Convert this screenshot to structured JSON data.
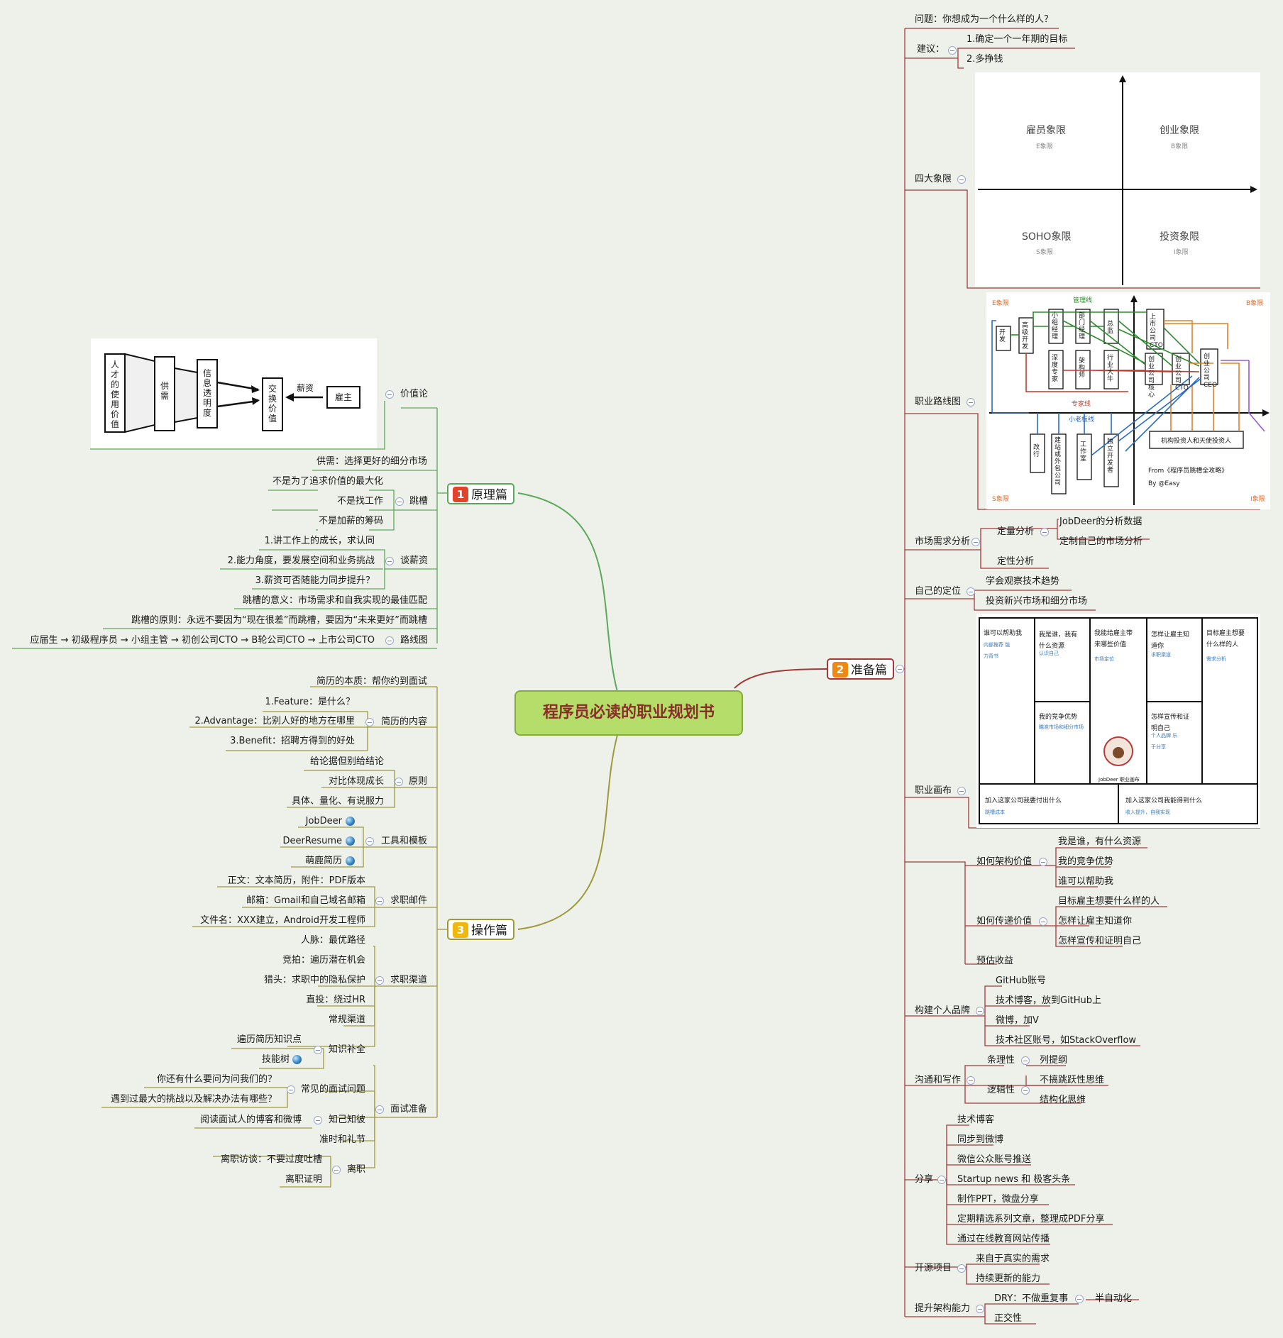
{
  "central": "程序员必读的职业规划书",
  "colors": {
    "b1": "#5aa95a",
    "b2": "#a23a3a",
    "b3": "#9e9a3b",
    "badge1": "#e0452b",
    "badge2": "#ee8a12",
    "badge3": "#f0b80c",
    "central": "#b5dd6a"
  },
  "b1": {
    "num": "1",
    "title": "原理篇",
    "value_label": "价值论",
    "diagram": {
      "talent": "人才的使用价值",
      "supply": "供需",
      "info": "信息透明度",
      "exchange": "交换价值",
      "salary": "薪资",
      "employer": "雇主"
    },
    "supply_demand": "供需：选择更好的细分市场",
    "hop_label": "跳槽",
    "hop": [
      "不是为了追求价值的最大化",
      "不是找工作",
      "不是加薪的筹码"
    ],
    "negotiate_label": "谈薪资",
    "negotiate": [
      "1.讲工作上的成长，求认同",
      "2.能力角度，要发展空间和业务挑战",
      "3.薪资可否随能力同步提升？"
    ],
    "meaning": "跳槽的意义：市场需求和自我实现的最佳匹配",
    "principle": "跳槽的原则：永远不要因为“现在很差”而跳槽，要因为“未来更好”而跳槽",
    "route_label": "路线图",
    "route": "应届生 → 初级程序员 → 小组主管 → 初创公司CTO → B轮公司CTO → 上市公司CTO"
  },
  "b2": {
    "num": "2",
    "title": "准备篇",
    "question": "问题：你想成为一个什么样的人？",
    "advice_label": "建议：",
    "advice": [
      "1.确定一个一年期的目标",
      "2.多挣钱"
    ],
    "quad_label": "四大象限",
    "quad": [
      {
        "title": "雇员象限",
        "sub": "E象限"
      },
      {
        "title": "创业象限",
        "sub": "B象限"
      },
      {
        "title": "SOHO象限",
        "sub": "S象限"
      },
      {
        "title": "投资象限",
        "sub": "I象限"
      }
    ],
    "career_label": "职业路线图",
    "career": {
      "e": "E象限",
      "b": "B象限",
      "s": "S象限",
      "i": "I象限",
      "mgmt": "管理线",
      "expert": "专家线",
      "boss": "小老板线",
      "dev": "开发",
      "senior": "高级开发",
      "team_mgr": "小组经理",
      "dept_mgr": "部门经理",
      "gm": "总监",
      "listed_cto": "上市公司CTO",
      "deep_expert": "深度专家",
      "architect": "架构师",
      "industry": "行业大牛",
      "core": "创业公司核心",
      "cto": "创业公司CTO",
      "ceo": "创业公司CEO",
      "outsourcing": "改行",
      "web": "建站或外包公司",
      "studio": "工作室",
      "indie": "独立开发者",
      "investor": "机构投资人和天使投资人",
      "source": "From《程序员跳槽全攻略》",
      "author": "By @Easy"
    },
    "market_label": "市场需求分析",
    "quant_label": "定量分析",
    "quant": [
      "JobDeer的分析数据",
      "定制自己的市场分析"
    ],
    "qual": "定性分析",
    "position_label": "自己的定位",
    "position": [
      "学会观察技术趋势",
      "投资新兴市场和细分市场"
    ],
    "canvas_label": "职业画布",
    "canvas": {
      "c1": "谁可以帮助我",
      "c1s": "内部推荐 能力背书",
      "c2": "我是谁，我有什么资源",
      "c2s": "认识自己",
      "c3": "我能给雇主带来哪些价值",
      "c3s": "市场定位",
      "c4": "怎样让雇主知道你",
      "c4s": "求职渠道",
      "c5": "目标雇主想要什么样的人",
      "c5s": "需求分析",
      "c6": "我的竞争优势",
      "c6s": "瞄准市场和细分市场",
      "c7": "怎样宣传和证明自己",
      "c7s": "个人品牌 乐于分享",
      "c8": "加入这家公司我要付出什么",
      "c8s": "跳槽成本",
      "c9": "加入这家公司我能得到什么",
      "c9s": "收入提升，自我实现",
      "logo": "JobDeer 职业画布"
    },
    "arch_label": "如何架构价值",
    "arch": [
      "我是谁，有什么资源",
      "我的竞争优势",
      "谁可以帮助我"
    ],
    "deliver_label": "如何传递价值",
    "deliver": [
      "目标雇主想要什么样的人",
      "怎样让雇主知道你",
      "怎样宣传和证明自己"
    ],
    "income": "预估收益",
    "brand_label": "构建个人品牌",
    "brand": [
      "GitHub账号",
      "技术博客，放到GitHub上",
      "微博，加V",
      "技术社区账号，如StackOverflow"
    ],
    "comm_label": "沟通和写作",
    "order_label": "条理性",
    "order": "列提纲",
    "logic_label": "逻辑性",
    "logic": [
      "不搞跳跃性思维",
      "结构化思维"
    ],
    "share_label": "分享",
    "share": [
      "技术博客",
      "同步到微博",
      "微信公众账号推送",
      "Startup news 和 极客头条",
      "制作PPT，微盘分享",
      "定期精选系列文章，整理成PDF分享",
      "通过在线教育网站传播"
    ],
    "oss_label": "开源项目",
    "oss": [
      "来自于真实的需求",
      "持续更新的能力"
    ],
    "arch2_label": "提升架构能力",
    "dry": "DRY：不做重复事",
    "semi": "半自动化",
    "orth": "正交性"
  },
  "b3": {
    "num": "3",
    "title": "操作篇",
    "resume_essence": "简历的本质：帮你约到面试",
    "resume_label": "简历的内容",
    "resume": [
      "1.Feature：是什么？",
      "2.Advantage：比别人好的地方在哪里",
      "3.Benefit：招聘方得到的好处"
    ],
    "principle_label": "原则",
    "principle": [
      "给论据但别给结论",
      "对比体现成长",
      "具体、量化、有说服力"
    ],
    "tools_label": "工具和模板",
    "tools": [
      "JobDeer",
      "DeerResume",
      "萌鹿简历"
    ],
    "mail_label": "求职邮件",
    "mail": [
      "正文：文本简历，附件：PDF版本",
      "邮箱：Gmail和自己域名邮箱",
      "文件名：XXX建立，Android开发工程师"
    ],
    "channel_label": "求职渠道",
    "channel": [
      "人脉：最优路径",
      "竞拍：遍历潜在机会",
      "猎头：求职中的隐私保护",
      "直投：绕过HR",
      "常规渠道"
    ],
    "interview_label": "面试准备",
    "know_label": "知识补全",
    "know": [
      "遍历简历知识点",
      "技能树"
    ],
    "common_label": "常见的面试问题",
    "common": [
      "你还有什么要问为问我们的？",
      "遇到过最大的挑战以及解决办法有哪些？"
    ],
    "self_label": "知己知彼",
    "self": "阅读面试人的博客和微博",
    "punctual": "准时和礼节",
    "leave_label": "离职",
    "leave": [
      "离职访谈：不要过度吐槽",
      "离职证明"
    ]
  }
}
